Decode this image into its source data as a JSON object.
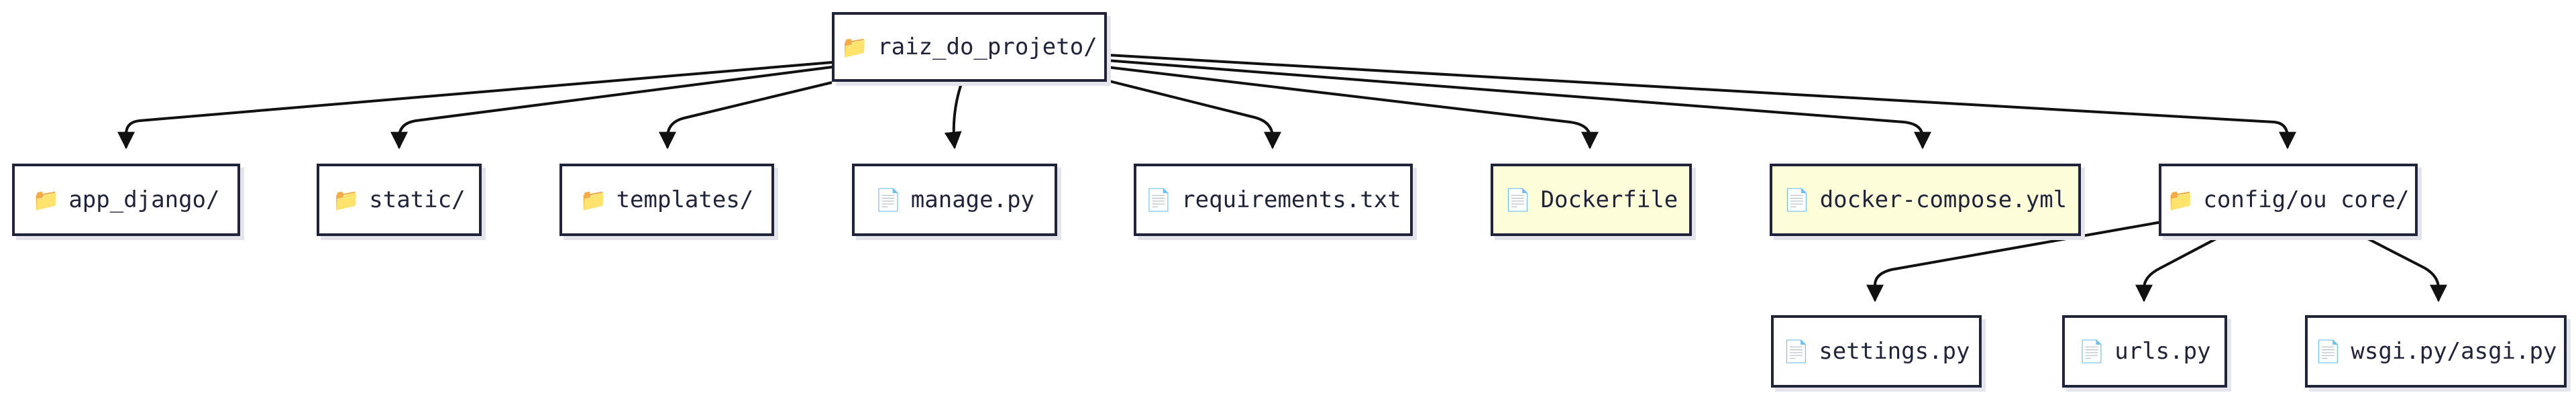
{
  "diagram": {
    "root": {
      "icon": "folder-icon",
      "label": "raiz_do_projeto/"
    },
    "children": [
      {
        "id": "app",
        "icon": "folder-icon",
        "label": "app_django/"
      },
      {
        "id": "static",
        "icon": "folder-icon",
        "label": "static/"
      },
      {
        "id": "templates",
        "icon": "folder-icon",
        "label": "templates/"
      },
      {
        "id": "manage",
        "icon": "file-icon",
        "label": "manage.py"
      },
      {
        "id": "requirements",
        "icon": "file-icon",
        "label": "requirements.txt"
      },
      {
        "id": "dockerfile",
        "icon": "file-icon",
        "label": "Dockerfile",
        "highlighted": true
      },
      {
        "id": "compose",
        "icon": "file-icon",
        "label": "docker-compose.yml",
        "highlighted": true
      },
      {
        "id": "config",
        "icon": "folder-icon",
        "label": "config/ou core/"
      }
    ],
    "config_children": [
      {
        "id": "settings",
        "icon": "file-icon",
        "label": "settings.py"
      },
      {
        "id": "urls",
        "icon": "file-icon",
        "label": "urls.py"
      },
      {
        "id": "wsgi",
        "icon": "file-icon",
        "label": "wsgi.py/asgi.py"
      }
    ],
    "colors": {
      "highlight_fill": "#fdfdd9",
      "stroke": "#20243a",
      "shadow": "#e4e4ec"
    }
  }
}
